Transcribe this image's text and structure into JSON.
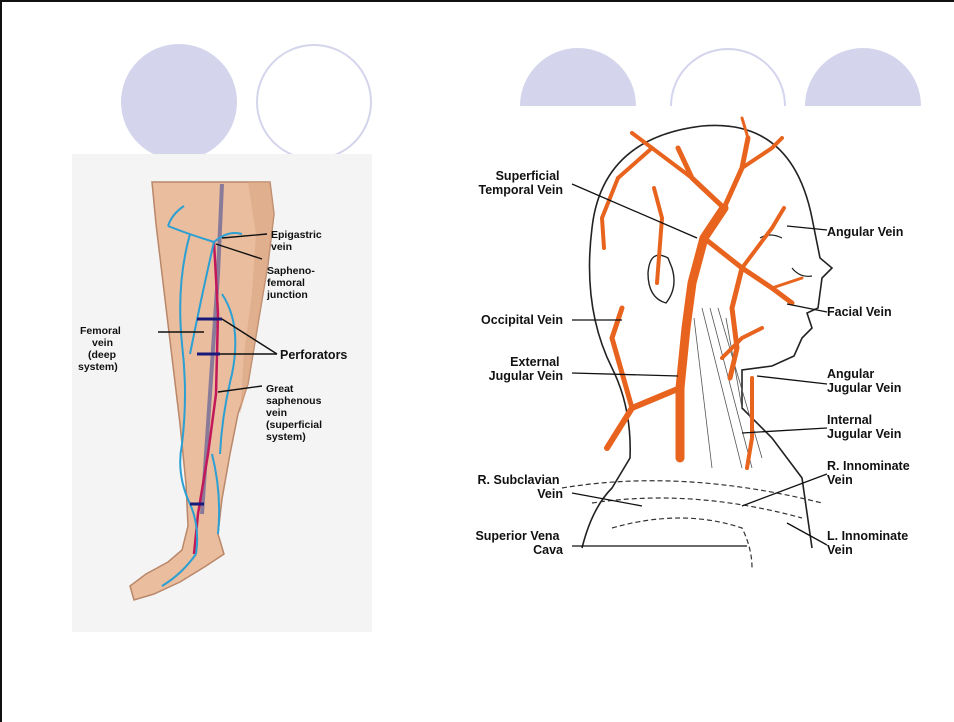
{
  "leg_diagram": {
    "labels": {
      "epigastric_vein": [
        "Epigastric",
        "vein"
      ],
      "saphenofemoral_junction": [
        "Sapheno-",
        "femoral",
        "junction"
      ],
      "femoral_vein": [
        "Femoral",
        "vein",
        "(deep",
        "system)"
      ],
      "perforators": "Perforators",
      "great_saphenous_vein": [
        "Great",
        "saphenous",
        "vein",
        "(superficial",
        "system)"
      ]
    }
  },
  "head_diagram": {
    "labels": {
      "superficial_temporal_vein": [
        "Superficial",
        "Temporal Vein"
      ],
      "angular_vein": "Angular Vein",
      "occipital_vein": "Occipital Vein",
      "facial_vein": "Facial Vein",
      "external_jugular_vein": [
        "External",
        "Jugular Vein"
      ],
      "angular_jugular_vein": [
        "Angular",
        "Jugular Vein"
      ],
      "internal_jugular_vein": [
        "Internal",
        "Jugular Vein"
      ],
      "r_subclavian_vein": [
        "R. Subclavian",
        "Vein"
      ],
      "r_innominate_vein": [
        "R. Innominate",
        "Vein"
      ],
      "superior_vena_cava": [
        "Superior Vena",
        "Cava"
      ],
      "l_innominate_vein": [
        "L. Innominate",
        "Vein"
      ]
    }
  },
  "colors": {
    "decor": "#d4d5ec",
    "vein_orange": "#e8641e",
    "vein_blue": "#2c9fd3",
    "vein_magenta": "#c2185b",
    "skin": "#e9bd9d"
  }
}
